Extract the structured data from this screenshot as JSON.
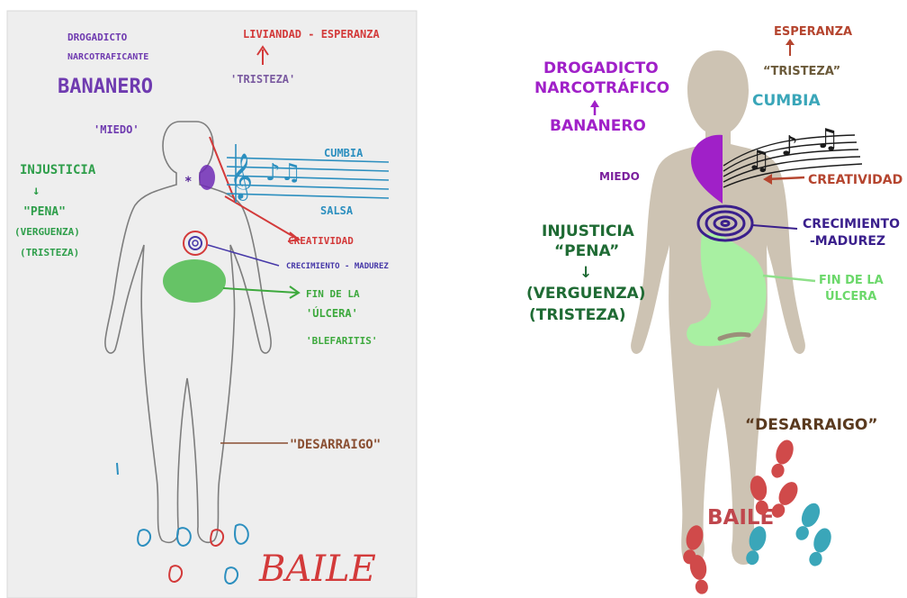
{
  "sketch": {
    "labels": {
      "drogadicto": "DROGADICTO",
      "narcotraficante": "NARCOTRAFICANTE",
      "bananero": "BANANERO",
      "liviandad_esperanza": "LIVIANDAD - ESPERANZA",
      "tristeza": "'TRISTEZA'",
      "miedo": "'MIEDO'",
      "injusticia": "INJUSTICIA",
      "pena": "\"PENA\"",
      "verguenza": "(VERGUENZA)",
      "tristeza2": "(TRISTEZA)",
      "cumbia": "CUMBIA",
      "salsa": "SALSA",
      "creatividad": "CREATIVIDAD",
      "crecimiento": "CRECIMIENTO - MADUREZ",
      "fin": "FIN DE LA",
      "ulcera": "'ÚLCERA'",
      "blefaritis": "'BLEFARITIS'",
      "desarraigo": "\"DESARRAIGO\"",
      "baile": "BAILE"
    }
  },
  "infographic": {
    "labels": {
      "esperanza": "ESPERANZA",
      "tristeza": "“TRISTEZA”",
      "drogadicto": "DROGADICTO",
      "narcotrafico": "NARCOTRÁFICO",
      "bananero": "BANANERO",
      "cumbia": "CUMBIA",
      "miedo": "MIEDO",
      "creatividad": "CREATIVIDAD",
      "injusticia": "INJUSTICIA",
      "pena": "“PENA”",
      "verguenza": "(VERGUENZA)",
      "tristeza2": "(TRISTEZA)",
      "crecimiento": "CRECIMIENTO",
      "madurez": "-MADUREZ",
      "fin": "FIN DE LA",
      "ulcera": "ÚLCERA",
      "desarraigo": "“DESARRAIGO”",
      "baile": "BAILE"
    }
  },
  "colors": {
    "purple": "#a020c8",
    "teal": "#3aa6b9",
    "rust": "#b5452f",
    "green": "#2e8b3c",
    "dark_green": "#1f6b34",
    "indigo": "#3a1f8c",
    "light_green": "#8fe08a",
    "body": "#cdc3b3",
    "brown": "#5a3a1f"
  }
}
